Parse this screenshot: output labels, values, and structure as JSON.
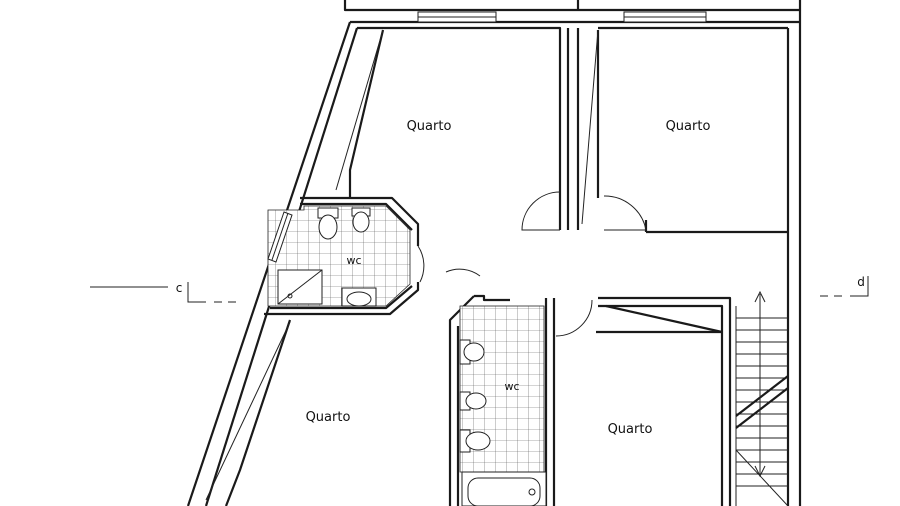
{
  "rooms": {
    "quarto_top_left": "Quarto",
    "quarto_top_right": "Quarto",
    "quarto_bottom_left": "Quarto",
    "quarto_bottom_right": "Quarto",
    "wc_left": "wc",
    "wc_center": "wc"
  },
  "section_markers": {
    "left": "c",
    "right": "d"
  },
  "colors": {
    "line": "#1a1a1a",
    "background": "#ffffff"
  }
}
